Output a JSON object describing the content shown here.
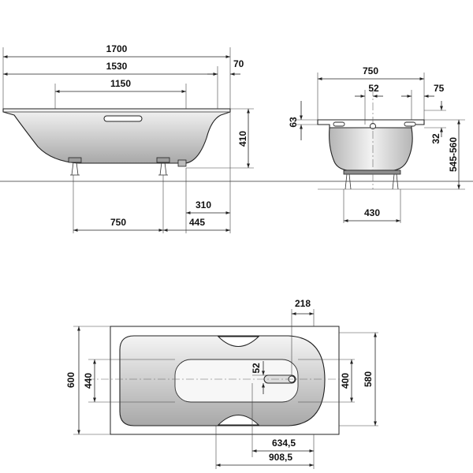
{
  "colors": {
    "line": "#222222",
    "fill_light": "#ffffff",
    "fill_gradient_top": "#f4f4f4",
    "fill_gradient_bottom": "#a8a8a8"
  },
  "side_view": {
    "overall_length": "1700",
    "inner_length": "1530",
    "rim_offset": "70",
    "panel_length": "1150",
    "height": "410",
    "leg_span": "750",
    "waste_offset": "310",
    "end_to_leg": "445"
  },
  "end_view": {
    "width": "750",
    "drain_offset": "52",
    "side_rim": "75",
    "rim_height": "63",
    "rim_thickness": "32",
    "total_height": "545-560",
    "base_width": "430"
  },
  "plan_view": {
    "handle_offset": "218",
    "outer_width": "600",
    "floor_width": "440",
    "drain_offset": "52",
    "inner_width": "400",
    "rim_width": "580",
    "drain_position": "634,5",
    "handle_position": "908,5"
  }
}
